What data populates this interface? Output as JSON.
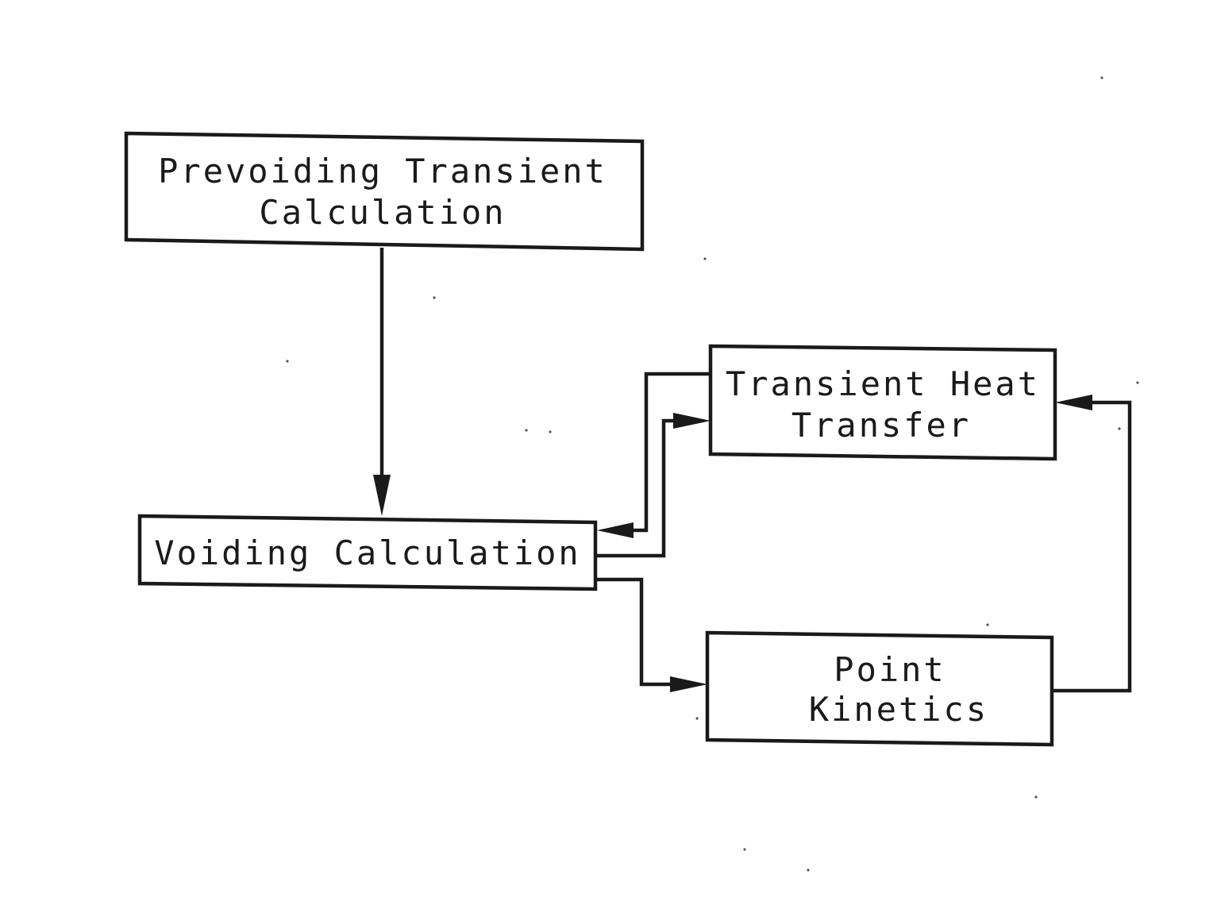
{
  "nodes": {
    "prevoiding": {
      "line1": "Prevoiding Transient",
      "line2": "Calculation"
    },
    "voiding": {
      "line1": "Voiding Calculation"
    },
    "heat_transfer": {
      "line1": "Transient Heat",
      "line2": "Transfer"
    },
    "point_kinetics": {
      "line1": "Point",
      "line2": "Kinetics"
    }
  },
  "edges": [
    {
      "from": "prevoiding",
      "to": "voiding"
    },
    {
      "from": "heat_transfer",
      "to": "voiding"
    },
    {
      "from": "voiding",
      "to": "heat_transfer"
    },
    {
      "from": "voiding",
      "to": "point_kinetics"
    },
    {
      "from": "point_kinetics",
      "to": "heat_transfer"
    }
  ],
  "colors": {
    "ink": "#1a1a1a",
    "paper": "#ffffff"
  }
}
